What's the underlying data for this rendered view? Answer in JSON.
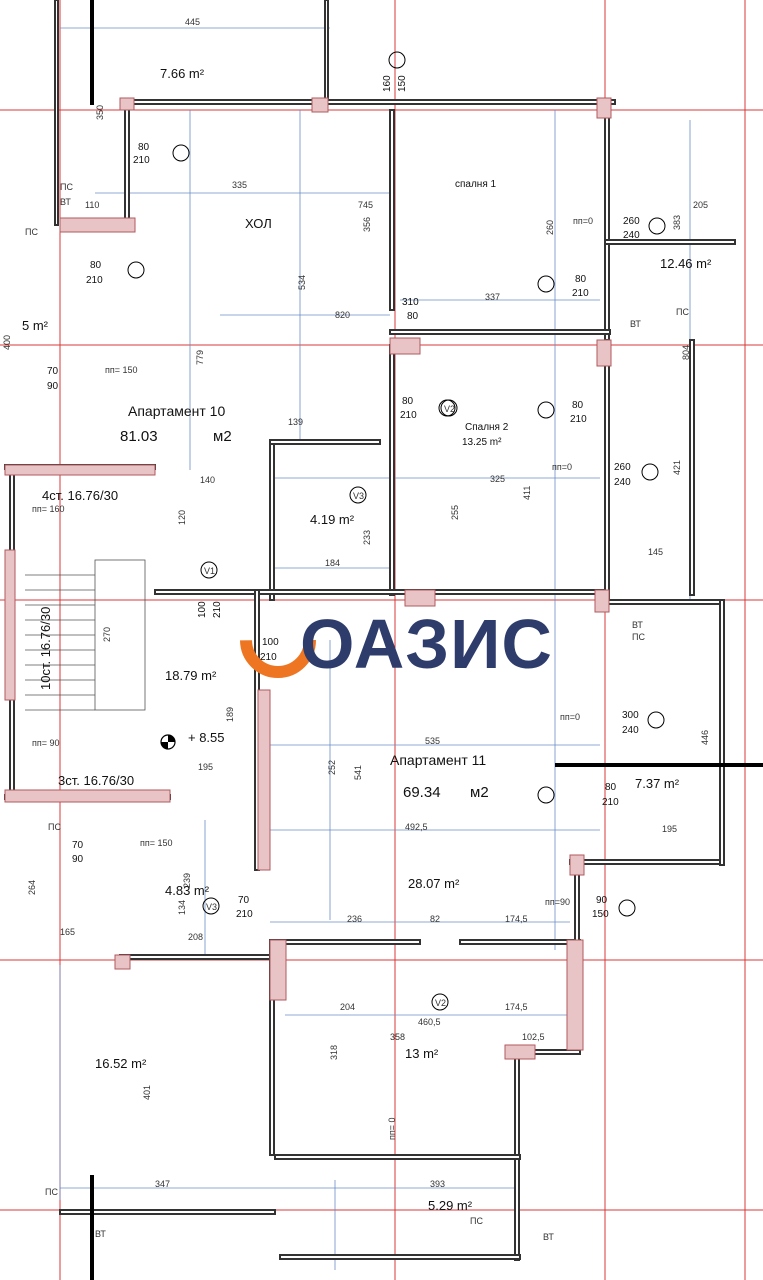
{
  "logo": {
    "text": "ОАЗИС",
    "accent_color": "#ee7623",
    "text_color": "#2e3c6b"
  },
  "apartments": [
    {
      "name": "Апартамент 10",
      "area": "81.03",
      "unit": "м2"
    },
    {
      "name": "Апартамент 11",
      "area": "69.34",
      "unit": "м2"
    }
  ],
  "rooms": {
    "hall_label": "ХОЛ",
    "bedroom1": "спалня 1",
    "bedroom2": "Спалня 2",
    "bedroom2_area": "13.25 m²",
    "balcony_top": "7.66 m²",
    "area_12_46": "12.46 m²",
    "area_5": "5 m²",
    "area_4_19": "4.19 m²",
    "area_18_79": "18.79 m²",
    "area_4_83": "4.83 m²",
    "area_28_07": "28.07 m²",
    "area_7_37": "7.37 m²",
    "area_16_52": "16.52 m²",
    "area_13": "13 m²",
    "area_5_29": "5.29 m²"
  },
  "stairs": {
    "s4": "4ст. 16.76/30",
    "s10": "10ст. 16.76/30",
    "s3": "3ст. 16.76/30",
    "level": "+ 8.55"
  },
  "doors": [
    {
      "id": "d1",
      "w": "80",
      "h": "210"
    },
    {
      "id": "d2",
      "w": "80",
      "h": "210"
    },
    {
      "id": "d3",
      "w": "70",
      "h": "90"
    },
    {
      "id": "d4",
      "w": "80",
      "h": "210"
    },
    {
      "id": "d5",
      "w": "80",
      "h": "210"
    },
    {
      "id": "d6",
      "w": "80",
      "h": "210"
    },
    {
      "id": "d7",
      "w": "260",
      "h": "240"
    },
    {
      "id": "d8",
      "w": "260",
      "h": "240"
    },
    {
      "id": "d9",
      "w": "100",
      "h": "210"
    },
    {
      "id": "d10",
      "w": "100",
      "h": "210"
    },
    {
      "id": "d11",
      "w": "300",
      "h": "240"
    },
    {
      "id": "d12",
      "w": "80",
      "h": "210"
    },
    {
      "id": "d13",
      "w": "70",
      "h": "90"
    },
    {
      "id": "d14",
      "w": "70",
      "h": "210"
    },
    {
      "id": "d15",
      "w": "90",
      "h": "150"
    },
    {
      "id": "d16",
      "w": "160",
      "h": "150"
    },
    {
      "id": "d17",
      "w": "310",
      "h": "80"
    }
  ],
  "notes": {
    "pp150a": "пп= 150",
    "pp160": "пп= 160",
    "pp90": "пп= 90",
    "pp150b": "пп= 150",
    "pp0a": "пп=0",
    "pp0b": "пп=0",
    "pp0c": "пп=0",
    "pp90b": "пп=90",
    "pp0d": "пп= 0",
    "ps": "ПС",
    "vt": "ВТ"
  },
  "dims": {
    "d445": "445",
    "d335": "335",
    "d745": "745",
    "d820": "820",
    "d337": "337",
    "d534": "534",
    "d356": "356",
    "d779": "779",
    "d260": "260",
    "d383": "383",
    "d205": "205",
    "d804": "804",
    "d421": "421",
    "d325": "325",
    "d411": "411",
    "d255": "255",
    "d233": "233",
    "d184": "184",
    "d145": "145",
    "d535": "535",
    "d541": "541",
    "d252": "252",
    "d189": "189",
    "d446": "446",
    "d492": "492,5",
    "d195": "195",
    "d236": "236",
    "d82": "82",
    "d174": "174,5",
    "d204": "204",
    "d460": "460,5",
    "d358": "358",
    "d102": "102,5",
    "d318": "318",
    "d347": "347",
    "d393": "393",
    "d401": "401",
    "d264": "264",
    "d165": "165",
    "d208": "208",
    "d239": "239",
    "d134": "134",
    "d270": "270",
    "d120": "120",
    "d140": "140",
    "d139": "139",
    "d400": "400",
    "d350": "350",
    "d110": "110"
  },
  "door_marks": {
    "v1": "V1",
    "v2": "V2",
    "v3": "V3"
  }
}
